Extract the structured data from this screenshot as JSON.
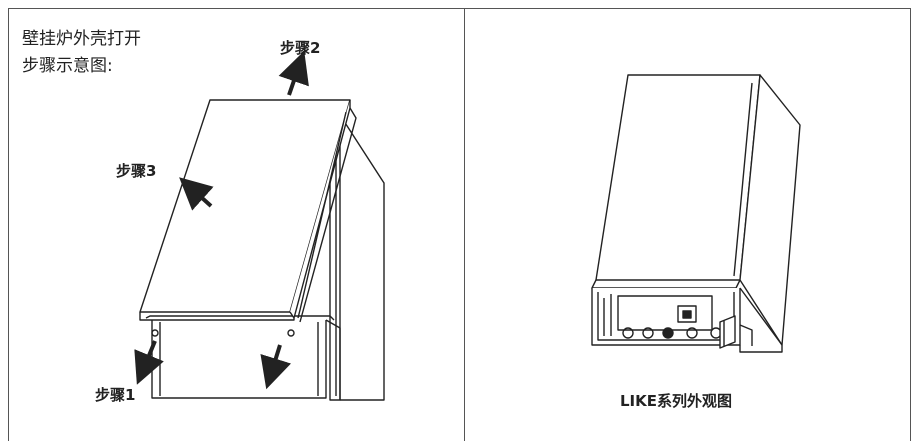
{
  "left_panel": {
    "title_line1": "壁挂炉外壳打开",
    "title_line2": "步骤示意图:",
    "step1": "步骤1",
    "step2": "步骤2",
    "step3": "步骤3"
  },
  "right_panel": {
    "caption": "LIKE系列外观图"
  },
  "colors": {
    "line": "#222222",
    "frame": "#555555",
    "background": "#ffffff"
  }
}
